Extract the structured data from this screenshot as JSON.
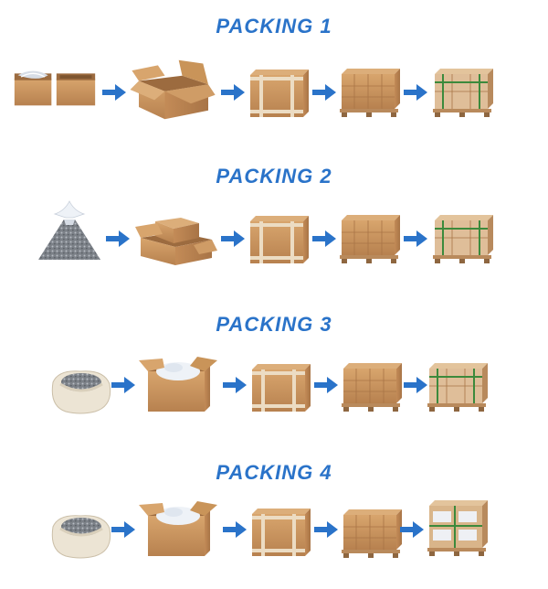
{
  "sections": [
    {
      "title": "PACKING 1"
    },
    {
      "title": "PACKING 2"
    },
    {
      "title": "PACKING 3"
    },
    {
      "title": "PACKING 4"
    }
  ],
  "colors": {
    "title": "#2a73c9",
    "arrow": "#2a73c9",
    "kraft": "#c9935e",
    "kraft_dark": "#a87446",
    "tape": "#ecdcc3",
    "pallet": "#b98a5c",
    "strap": "#3c8a3c"
  },
  "icons": [
    "open-boxes-icon",
    "open-carton-icon",
    "sealed-carton-icon",
    "palletized-cartons-icon",
    "wrapped-pallet-icon",
    "plastic-bag-icon",
    "small-open-cartons-icon",
    "woven-sack-icon",
    "carton-with-liner-icon"
  ]
}
